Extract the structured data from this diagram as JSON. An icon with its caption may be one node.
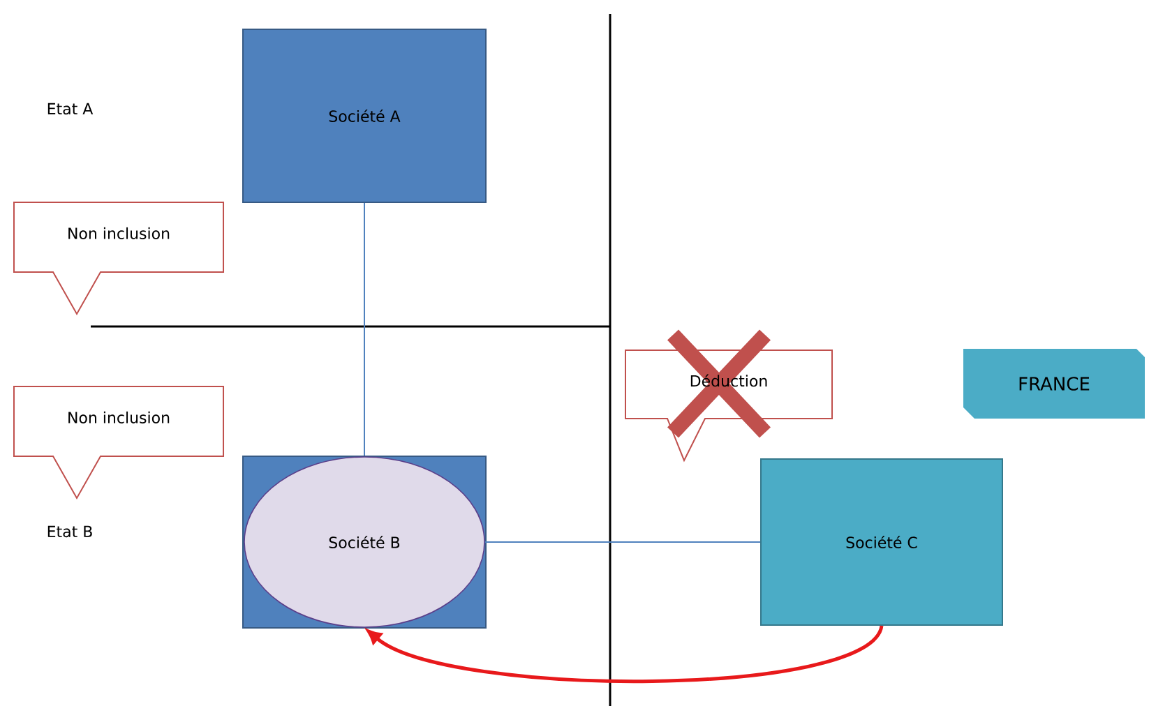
{
  "diagram": {
    "nodes": [
      {
        "text": [
          "Société A"
        ]
      },
      {
        "text": [
          "Non inclusion"
        ]
      },
      {
        "text": [
          "Non inclusion"
        ]
      },
      {
        "text": [],
        "shape": "box"
      },
      {
        "text": [
          "Société B"
        ],
        "in": 3
      },
      {
        "text": [
          "Déduction"
        ]
      },
      {
        "text": [
          "FRANCE"
        ]
      },
      {
        "text": [
          "Société C"
        ]
      }
    ],
    "edges": [
      {
        "from": 0,
        "to": 3,
        "arrow": "none"
      },
      {
        "from": 4,
        "to": 7,
        "arrow": "none"
      },
      {
        "from": 7,
        "to": 4,
        "arrow": "to",
        "style": "thick",
        "color": "#e8191b"
      }
    ],
    "labels": [
      "Etat A",
      "Etat B"
    ]
  }
}
